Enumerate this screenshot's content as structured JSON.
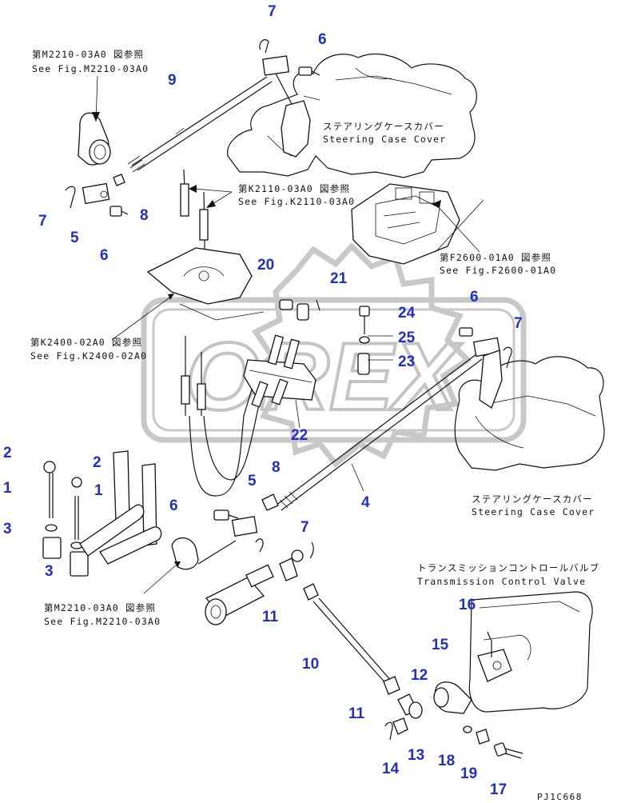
{
  "references": [
    {
      "jp": "第M2210-03A0 図参照",
      "en": "See Fig.M2210-03A0"
    },
    {
      "jp": "第K2110-03A0 図参照",
      "en": "See Fig.K2110-03A0"
    },
    {
      "jp": "第F2600-01A0 図参照",
      "en": "See Fig.F2600-01A0"
    },
    {
      "jp": "第K2400-02A0 図参照",
      "en": "See Fig.K2400-02A0"
    },
    {
      "jp": "第M2210-03A0 図参照",
      "en": "See Fig.M2210-03A0"
    }
  ],
  "component_labels": [
    {
      "jp": "ステアリングケースカバー",
      "en": "Steering Case Cover"
    },
    {
      "jp": "ステアリングケースカバー",
      "en": "Steering Case Cover"
    },
    {
      "jp": "トランスミッションコントロールバルブ",
      "en": "Transmission Control Valve"
    }
  ],
  "callouts": [
    "7",
    "6",
    "9",
    "7",
    "5",
    "8",
    "6",
    "20",
    "21",
    "24",
    "6",
    "7",
    "25",
    "23",
    "22",
    "2",
    "1",
    "2",
    "1",
    "3",
    "3",
    "5",
    "8",
    "6",
    "7",
    "4",
    "11",
    "10",
    "11",
    "12",
    "13",
    "14",
    "16",
    "15",
    "18",
    "19",
    "17"
  ],
  "drawing_code": "PJ1C668",
  "watermark": "OREX",
  "colors": {
    "callout": "#1f2fc8",
    "line": "#111111",
    "watermark": "#c4c4c4"
  }
}
